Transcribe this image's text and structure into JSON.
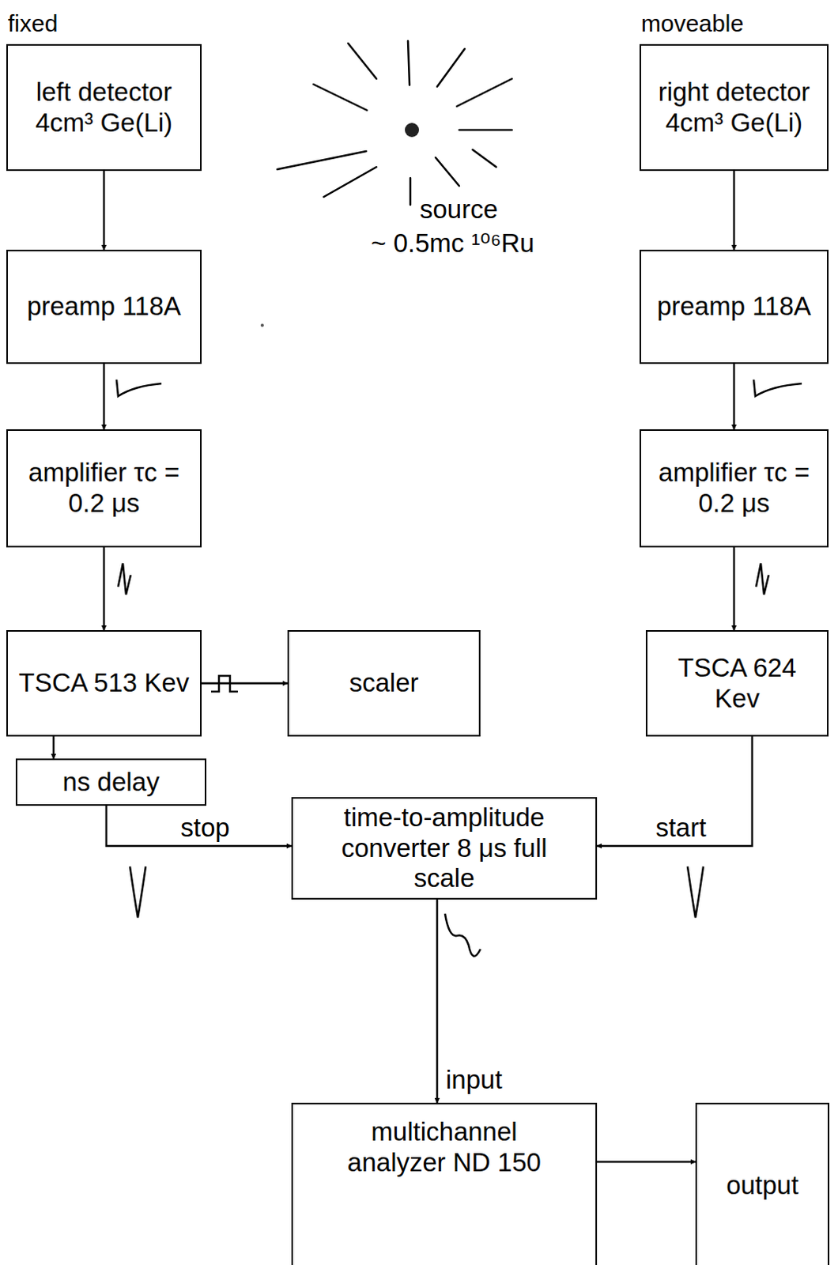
{
  "diagram": {
    "nodes": [
      {
        "text": [
          "fixed",
          "left detector 4cm³ Ge(Li)"
        ]
      },
      {
        "text": [
          "moveable",
          "right detector 4cm³ Ge(Li)"
        ]
      },
      {
        "text": [
          "preamp 118A"
        ]
      },
      {
        "text": [
          "preamp 118A"
        ]
      },
      {
        "text": [
          "amplifier τc = 0.2 μs"
        ]
      },
      {
        "text": [
          "amplifier τc = 0.2 μs"
        ]
      },
      {
        "text": [
          "TSCA 513 Kev"
        ]
      },
      {
        "text": [
          "scaler"
        ]
      },
      {
        "text": [
          "TSCA 624 Kev"
        ]
      },
      {
        "text": [
          "ns delay"
        ]
      },
      {
        "text": [
          "time-to-amplitude converter 8 μs full scale"
        ]
      },
      {
        "text": [
          "multichannel analyzer ND 150"
        ]
      },
      {
        "text": [
          "output"
        ]
      }
    ],
    "edges": [
      {
        "from": 0,
        "to": 2,
        "arrow": "to"
      },
      {
        "from": 2,
        "to": 4,
        "arrow": "to"
      },
      {
        "from": 4,
        "to": 6,
        "arrow": "to"
      },
      {
        "from": 6,
        "to": 7,
        "arrow": "to"
      },
      {
        "from": 6,
        "to": 9,
        "arrow": "to"
      },
      {
        "from": 9,
        "to": 10,
        "label": "stop",
        "arrow": "to"
      },
      {
        "from": 1,
        "to": 3,
        "arrow": "to"
      },
      {
        "from": 3,
        "to": 5,
        "arrow": "to"
      },
      {
        "from": 5,
        "to": 8,
        "arrow": "to"
      },
      {
        "from": 8,
        "to": 10,
        "label": "start",
        "arrow": "to"
      },
      {
        "from": 10,
        "to": 11,
        "label": "input",
        "arrow": "to"
      },
      {
        "from": 11,
        "to": 12,
        "arrow": "to"
      }
    ],
    "labels": [
      "source",
      "~ 0.5mc ¹⁰⁶Ru"
    ]
  }
}
